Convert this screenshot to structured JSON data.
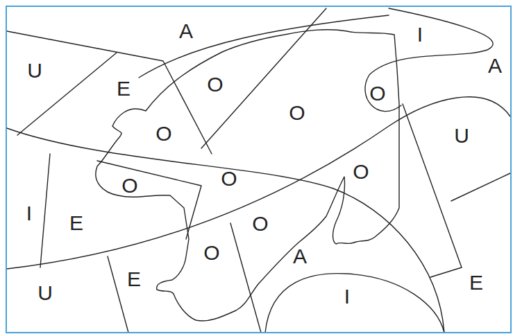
{
  "diagram": {
    "labels": [
      "A",
      "I",
      "A",
      "U",
      "E",
      "O",
      "O",
      "O",
      "O",
      "U",
      "O",
      "O",
      "O",
      "I",
      "E",
      "O",
      "O",
      "A",
      "E",
      "U",
      "E",
      "I"
    ]
  }
}
